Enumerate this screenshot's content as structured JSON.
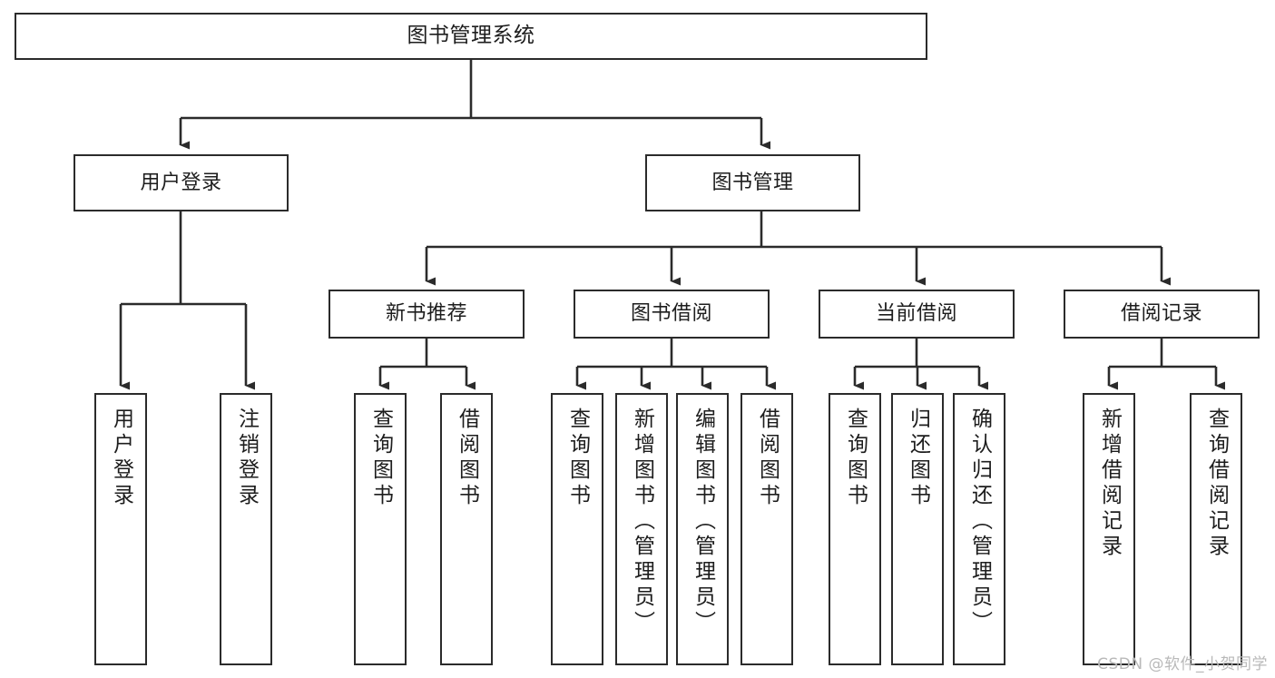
{
  "diagram": {
    "title": "图书管理系统",
    "type": "tree",
    "watermark": "CSDN @软件_小贺同学",
    "colors": {
      "border": "#2b2b2b",
      "text": "#1d1d1d",
      "background": "#ffffff",
      "edge": "#2b2b2b",
      "watermark": "#b9b9b9"
    },
    "levels": {
      "root": [
        "图书管理系统"
      ],
      "level2": [
        "用户登录",
        "图书管理"
      ],
      "level3": [
        "新书推荐",
        "图书借阅",
        "当前借阅",
        "借阅记录"
      ],
      "leaves": [
        "用户登录",
        "注销登录",
        "查询图书",
        "借阅图书",
        "查询图书",
        "新增图书（管理员）",
        "编辑图书（管理员）",
        "借阅图书",
        "查询图书",
        "归还图书",
        "确认归还（管理员）",
        "新增借阅记录",
        "查询借阅记录"
      ]
    },
    "nodes": {
      "root": {
        "label": "图书管理系统"
      },
      "user_login": {
        "label": "用户登录"
      },
      "book_manage": {
        "label": "图书管理"
      },
      "new_book_rec": {
        "label": "新书推荐"
      },
      "book_borrow": {
        "label": "图书借阅"
      },
      "current_borrow": {
        "label": "当前借阅"
      },
      "borrow_record": {
        "label": "借阅记录"
      },
      "leaf_user_login": {
        "label": "用户登录"
      },
      "leaf_logout": {
        "label": "注销登录"
      },
      "leaf_query_book_1": {
        "label": "查询图书"
      },
      "leaf_borrow_book_1": {
        "label": "借阅图书"
      },
      "leaf_query_book_2": {
        "label": "查询图书"
      },
      "leaf_add_book": {
        "label": "新增图书（管理员）"
      },
      "leaf_edit_book": {
        "label": "编辑图书（管理员）"
      },
      "leaf_borrow_book_2": {
        "label": "借阅图书"
      },
      "leaf_query_book_3": {
        "label": "查询图书"
      },
      "leaf_return_book": {
        "label": "归还图书"
      },
      "leaf_confirm_return": {
        "label": "确认归还（管理员）"
      },
      "leaf_add_record": {
        "label": "新增借阅记录"
      },
      "leaf_query_record": {
        "label": "查询借阅记录"
      }
    }
  }
}
